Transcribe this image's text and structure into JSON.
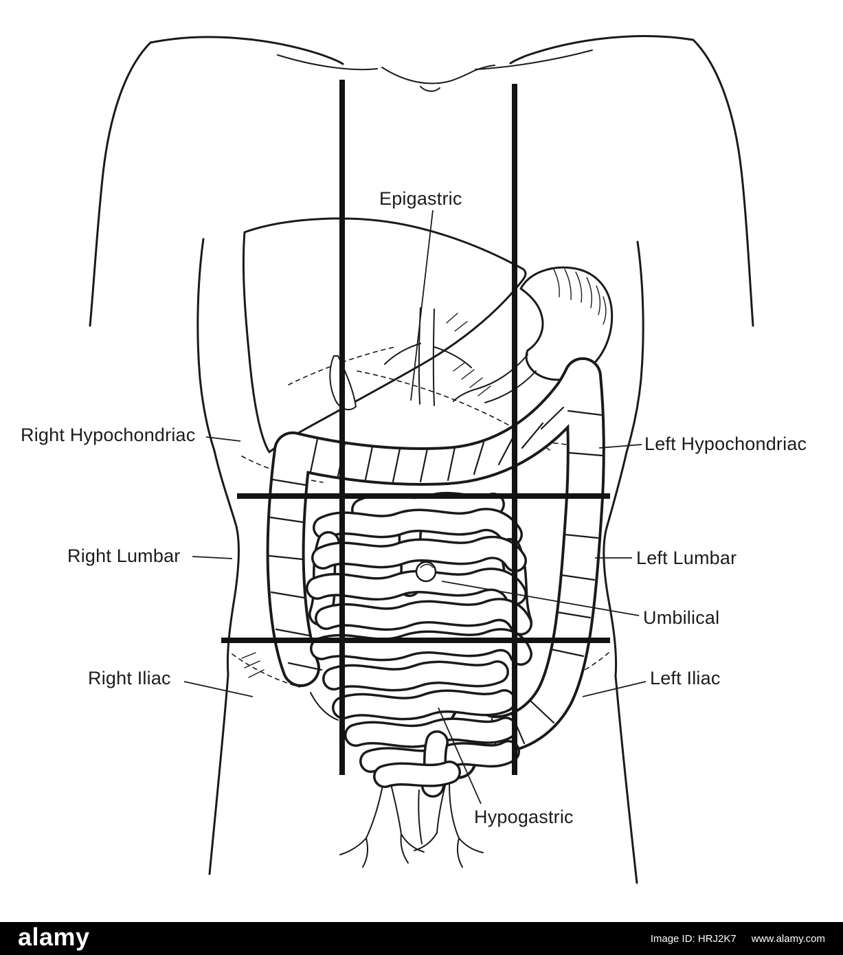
{
  "figure": {
    "subject": "Illustration of the nine abdominal regions over the digestive organs"
  },
  "labels": {
    "epigastric": "Epigastric",
    "right_hypochondriac": "Right Hypochondriac",
    "left_hypochondriac": "Left Hypochondriac",
    "right_lumbar": "Right Lumbar",
    "left_lumbar": "Left Lumbar",
    "umbilical": "Umbilical",
    "right_iliac": "Right Iliac",
    "left_iliac": "Left Iliac",
    "hypogastric": "Hypogastric"
  },
  "watermark": {
    "brand": "alamy",
    "image_id": "Image ID: HRJ2K7",
    "site": "www.alamy.com"
  },
  "colors": {
    "ink": "#1a1a1a",
    "background": "#ffffff",
    "watermark_bar": "#000000",
    "watermark_text": "#ffffff"
  }
}
